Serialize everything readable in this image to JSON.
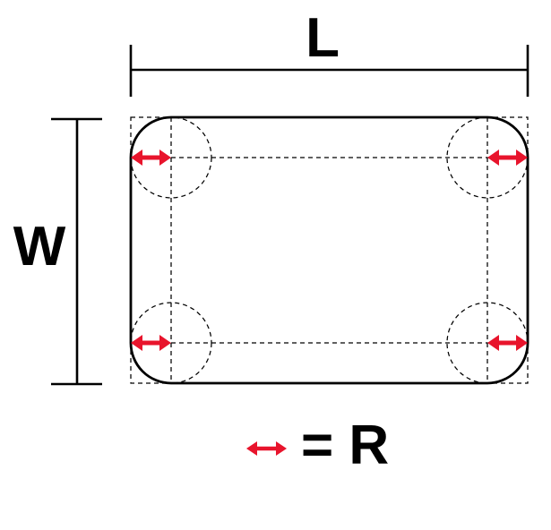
{
  "labels": {
    "length": "L",
    "width": "W"
  },
  "legend": {
    "text": "= R",
    "arrow_symbol": "double-headed-arrow"
  },
  "colors": {
    "line": "#000000",
    "arrow": "#e8142c",
    "background": "#ffffff"
  }
}
